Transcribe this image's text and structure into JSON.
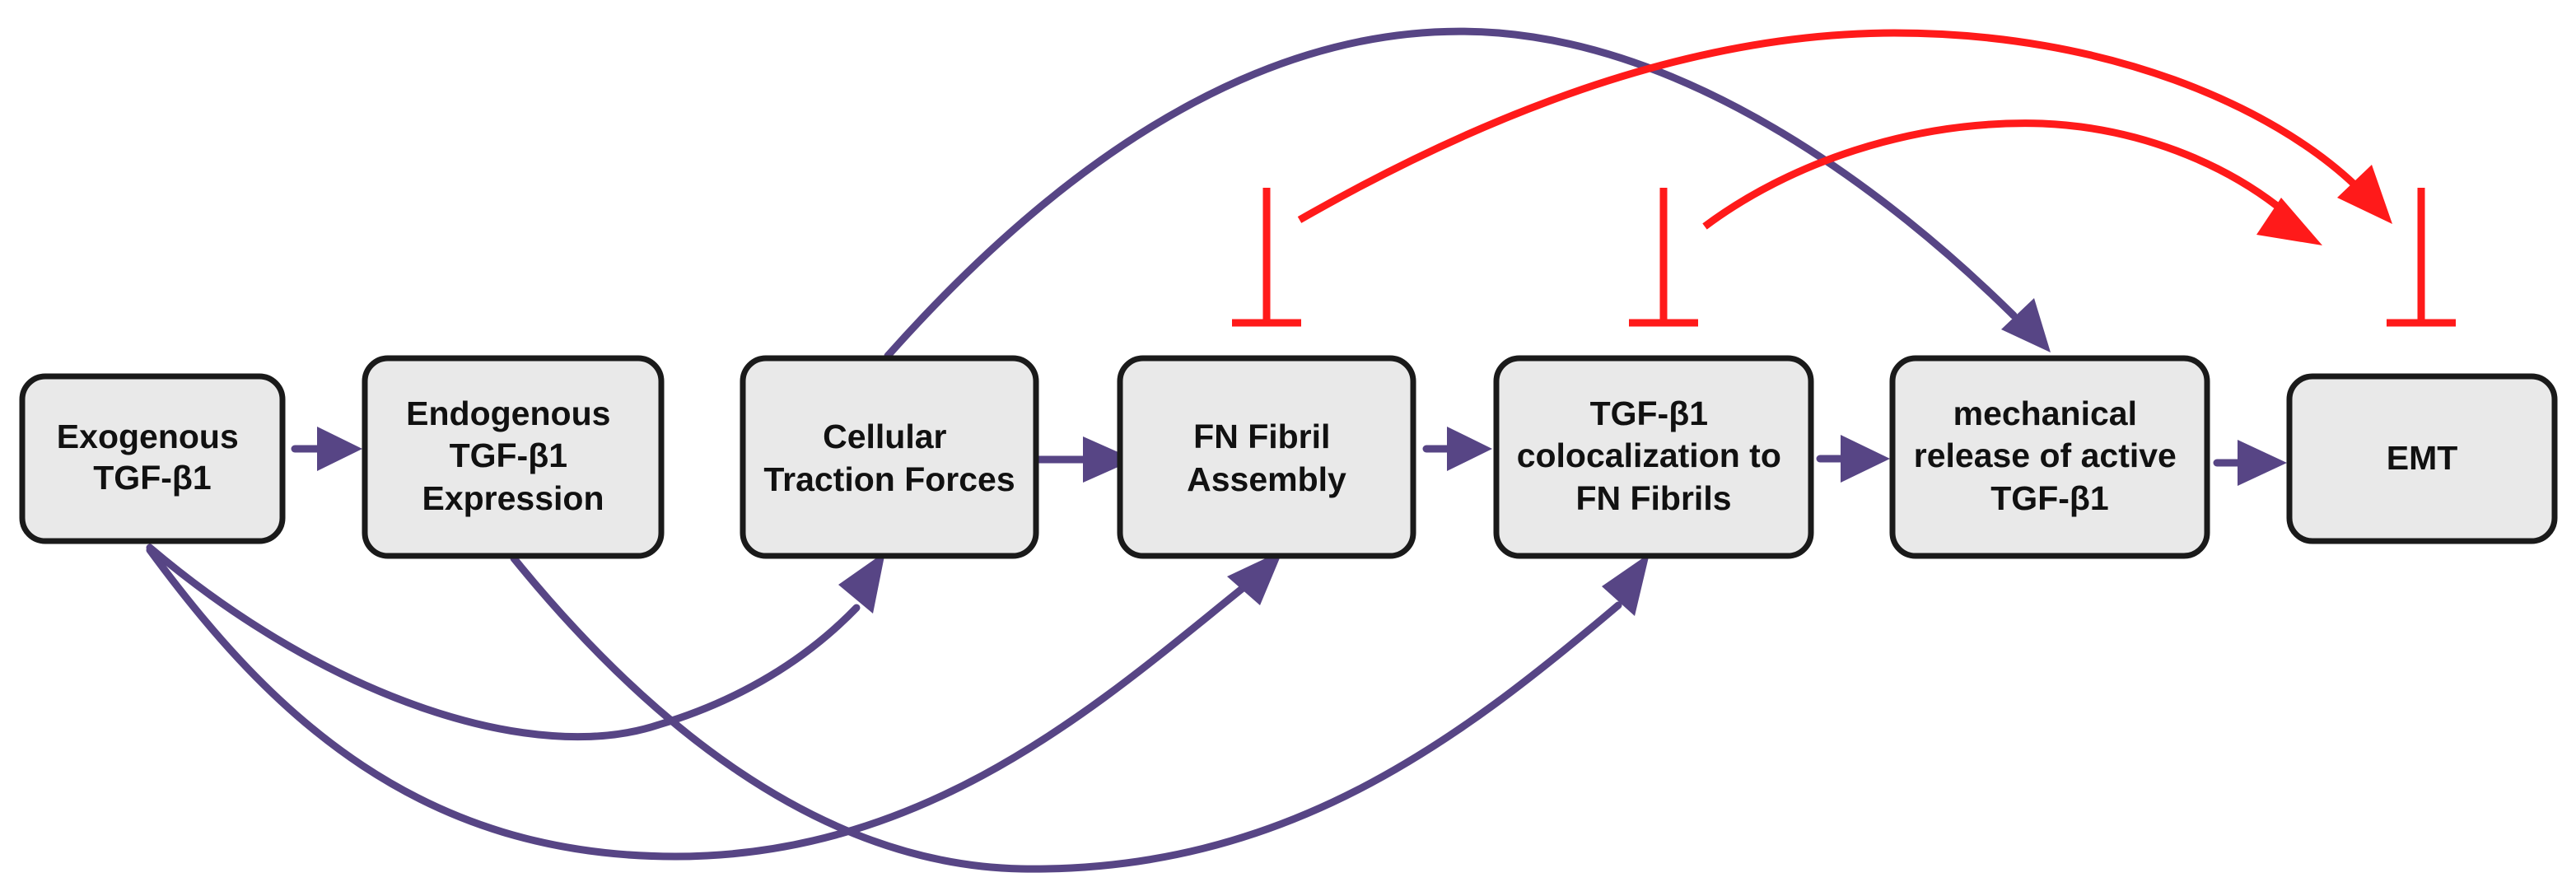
{
  "colors": {
    "activation": "#574585",
    "inhibition": "#ff1a1a",
    "node_fill": "#e9e9e9",
    "node_border": "#1a1a1a"
  },
  "nodes": {
    "exogenous": {
      "lines": [
        "Exogenous",
        "TGF-β1"
      ]
    },
    "endogenous": {
      "lines": [
        "Endogenous",
        "TGF-β1",
        "Expression"
      ]
    },
    "traction": {
      "lines": [
        "Cellular",
        "Traction Forces"
      ]
    },
    "fn_assembly": {
      "lines": [
        "FN Fibril",
        "Assembly"
      ]
    },
    "colocalization": {
      "lines": [
        "TGF-β1",
        "colocalization to",
        "FN Fibrils"
      ]
    },
    "mech_release": {
      "lines": [
        "mechanical",
        "release of active",
        "TGF-β1"
      ]
    },
    "emt": {
      "lines": [
        "EMT"
      ]
    }
  }
}
